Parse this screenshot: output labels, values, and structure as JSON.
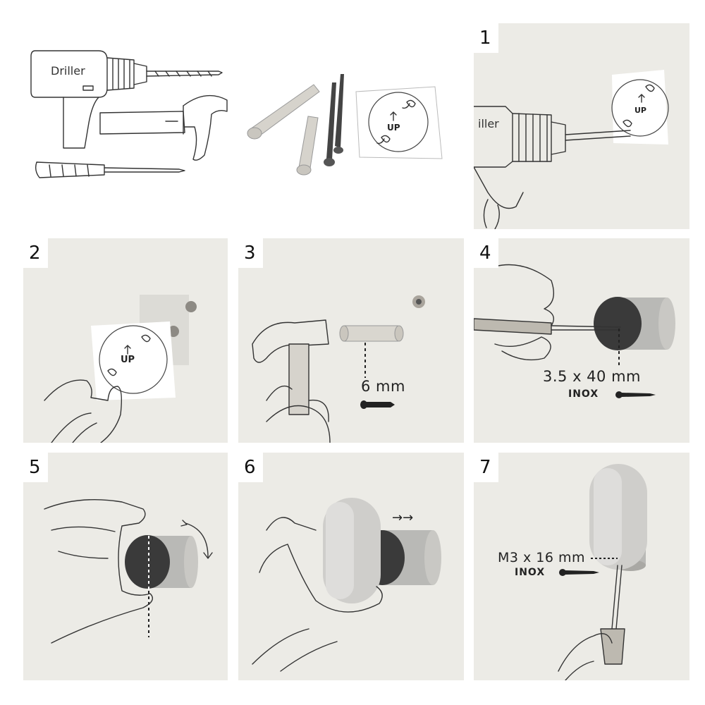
{
  "tools": {
    "drill_brand": "Driller",
    "template_label": "UP"
  },
  "steps": [
    {
      "number": "1",
      "template_label": "UP",
      "drill_brand": "iller"
    },
    {
      "number": "2",
      "template_label": "UP"
    },
    {
      "number": "3",
      "measure": "6 mm"
    },
    {
      "number": "4",
      "measure": "3.5 x 40 mm",
      "material": "INOX"
    },
    {
      "number": "5"
    },
    {
      "number": "6",
      "arrow": "→→"
    },
    {
      "number": "7",
      "measure": "M3 x 16 mm",
      "material": "INOX"
    }
  ],
  "colors": {
    "panel_bg": "#ecebe6",
    "line": "#333333",
    "metal": "#b9b9b6"
  }
}
